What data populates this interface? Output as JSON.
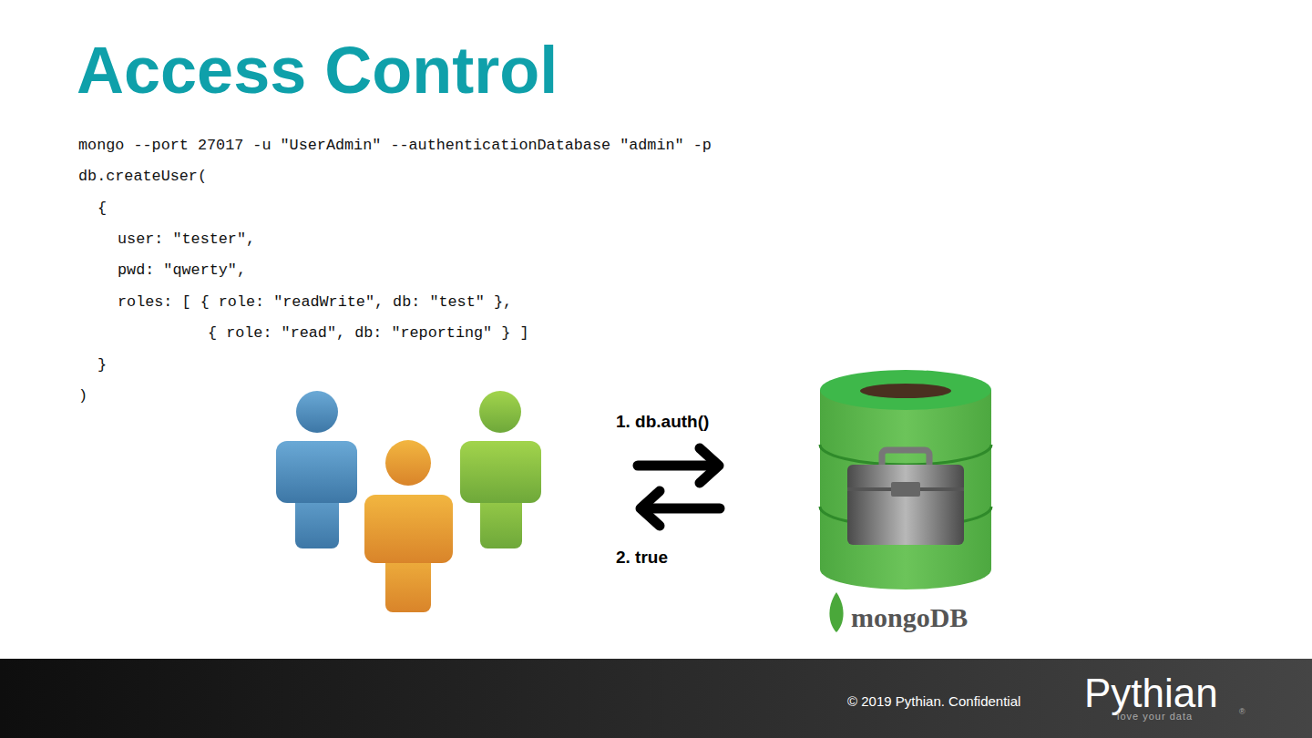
{
  "diagram": {
    "title": "Access Control",
    "labels": [
      "mongo --port 27017 -u \"UserAdmin\" --authenticationDatabase \"admin\" -p",
      "db.createUser(",
      "{",
      "user: \"tester\",",
      "pwd: \"qwerty\",",
      "roles: [ { role: \"readWrite\", db: \"test\" },",
      "{ role: \"read\", db: \"reporting\" } ]",
      "}",
      ")",
      "1. db.auth()",
      "2. true",
      "mongoDB",
      "© 2019 Pythian. Confidential",
      "Pythian",
      "love your data",
      "®"
    ]
  }
}
